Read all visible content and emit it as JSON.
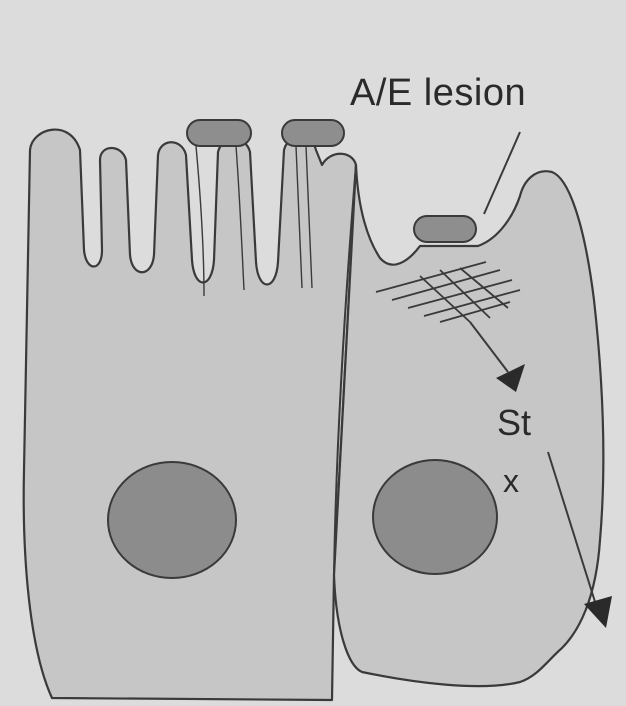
{
  "labels": {
    "ae_lesion": "A/E lesion",
    "st": "St",
    "x": "x"
  },
  "colors": {
    "background": "#dcdcdc",
    "cell_fill": "#c6c6c6",
    "outline": "#3a3a3a",
    "nucleus_fill": "#8c8c8c",
    "bacterium_fill": "#8e8e8e",
    "text": "#2a2a2a"
  }
}
